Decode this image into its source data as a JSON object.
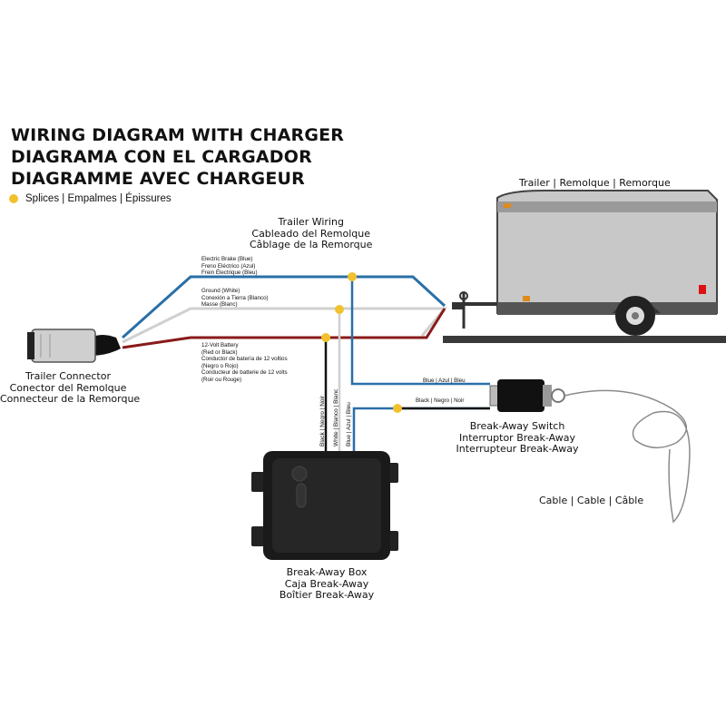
{
  "title_lines": [
    "WIRING DIAGRAM WITH CHARGER",
    "DIAGRAMA CON EL CARGADOR",
    "DIAGRAMME AVEC CHARGEUR"
  ],
  "legend": {
    "label": "Splices | Empalmes | Épissures",
    "color": "#f2c12e"
  },
  "trailer_label": "Trailer | Remolque | Remorque",
  "trailer_wiring": [
    "Trailer Wiring",
    "Cableado del Remolque",
    "Câblage de la Remorque"
  ],
  "electric_brake": [
    "Electric Brake (Blue)",
    "Freno Eléctrico (Azul)",
    "Frein Électrique (Bleu)"
  ],
  "ground": [
    "Ground (White)",
    "Conexión a Tierra (Blanco)",
    "Masse (Blanc)"
  ],
  "battery": [
    "12-Volt Battery",
    "(Red or Black)",
    "Conductor de batería de 12 voltios",
    "(Negro o Rojo)",
    "Conducteur de batterie de 12 volts",
    "(Roir ou Rouge)"
  ],
  "trailer_connector": [
    "Trailer Connector",
    "Conector del Remolque",
    "Connecteur de la Remorque"
  ],
  "vertical_labels": [
    "Black | Negro | Noir",
    "White | Blanco | Blanc",
    "Blue | Azul | Bleu"
  ],
  "switch_wire_labels": [
    "Blue | Azul | Bleu",
    "Black | Negro | Noir"
  ],
  "breakaway_switch": [
    "Break-Away Switch",
    "Interruptor Break-Away",
    "Interrupteur Break-Away"
  ],
  "cable_label": "Cable | Cable | Câble",
  "breakaway_box": [
    "Break-Away Box",
    "Caja Break-Away",
    "Boîtier Break-Away"
  ],
  "colors": {
    "blue_wire": "#2a6fa8",
    "white_wire": "#d9d9d9",
    "red_wire": "#8a1a1a",
    "black_wire": "#111111",
    "splice": "#f2c12e"
  }
}
